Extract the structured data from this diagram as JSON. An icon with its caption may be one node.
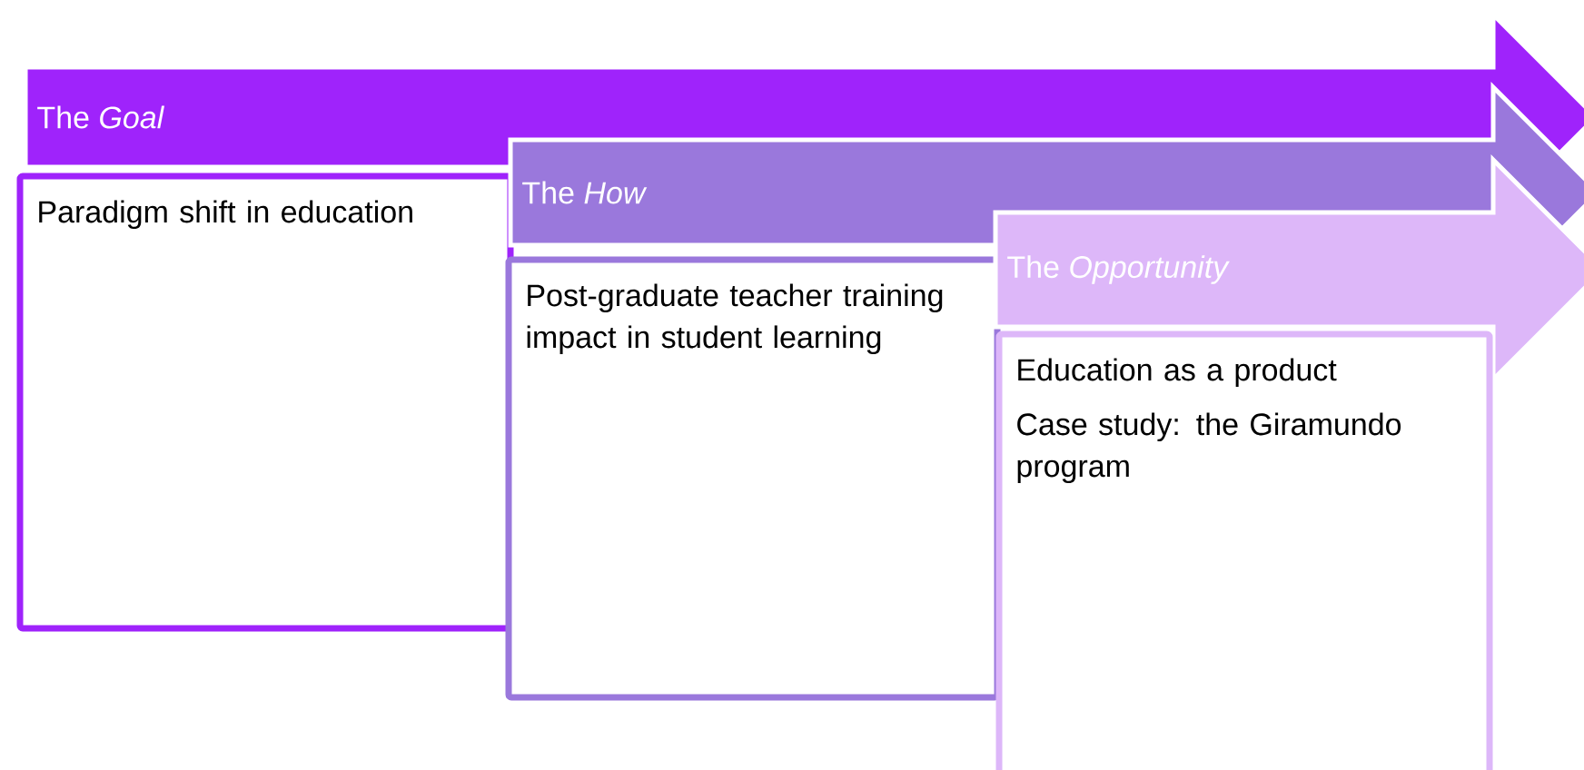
{
  "diagram": {
    "nodes": [
      {
        "text": [
          "The *Goal*"
        ]
      },
      {
        "text": [
          "Paradigm shift in education"
        ]
      },
      {
        "text": [
          "The *How*"
        ]
      },
      {
        "text": [
          "Post-graduate teacher training impact in student learning"
        ]
      },
      {
        "text": [
          "The *Opportunity*"
        ]
      },
      {
        "text": [
          "Education as a product",
          "Case study: the Giramundo program"
        ]
      }
    ]
  }
}
